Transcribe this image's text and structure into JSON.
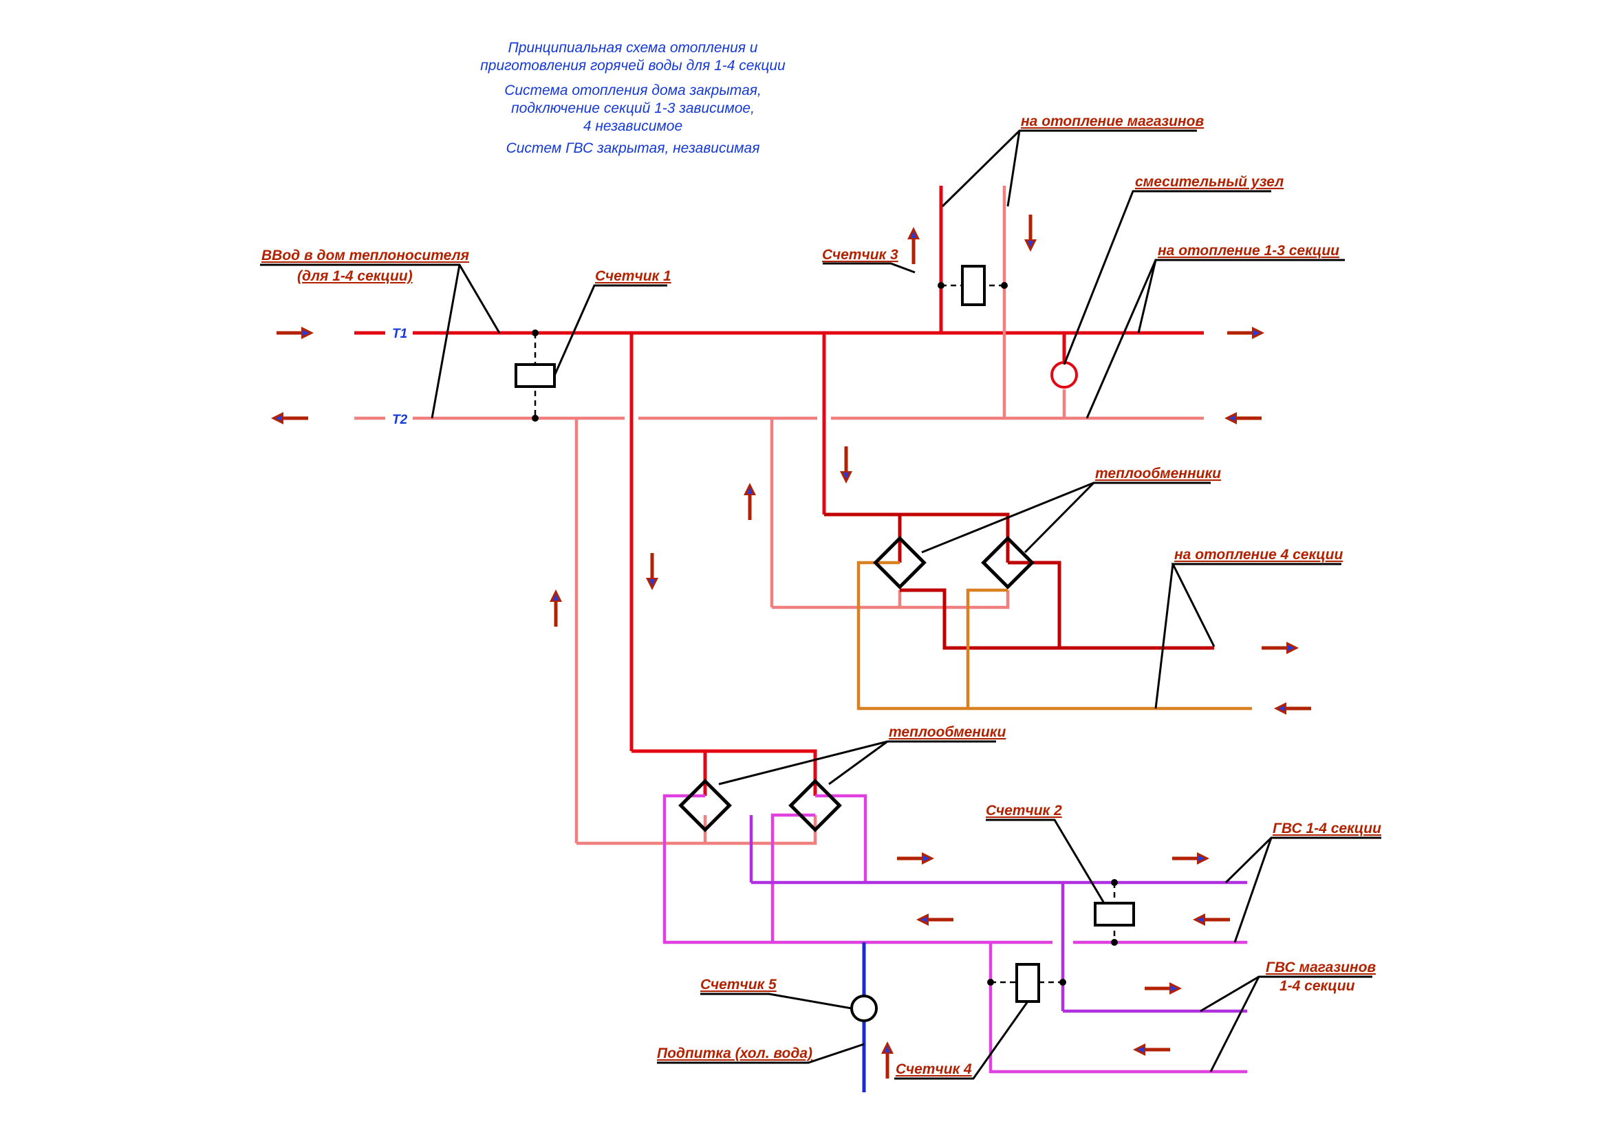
{
  "title_lines": [
    "Принципиальная схема отопления и",
    "приготовления горячей воды для 1-4 секции",
    "Система отопления дома закрытая,",
    "подключение секций 1-3 зависимое,",
    "4 независимое",
    "Систем ГВС закрытая, независимая"
  ],
  "pipes": {
    "supply": "T1",
    "return": "T2"
  },
  "labels": {
    "inlet_line1": "ВВод в дом теплоносителя",
    "inlet_line2": "(для 1-4 секции)",
    "meter1": "Счетчик 1",
    "meter2": "Счетчик 2",
    "meter3": "Счетчик 3",
    "meter4": "Счетчик 4",
    "meter5": "Счетчик 5",
    "shops_heating": "на отопление магазинов",
    "mixing_unit": "смесительный узел",
    "heating_1_3": "на отопление 1-3 секции",
    "heat_exchangers_top": "теплообменники",
    "heating_4": "на отопление 4 секции",
    "heat_exchangers_bottom": "теплообменики",
    "dhw_1_4": "ГВС 1-4 секции",
    "dhw_shops_line1": "ГВС магазинов",
    "dhw_shops_line2": "1-4 секции",
    "makeup": "Подпитка (хол. вода)"
  },
  "colors": {
    "supply_t1": "#e30613",
    "return_t2": "#f08080",
    "heating_4_supply": "#c00000",
    "heating_4_return": "#d98020",
    "dhw": "#e040e0",
    "dhw_circulation": "#b030e0",
    "cold_water": "#1a2ad0",
    "labels": "#b22200",
    "title": "#1538d8"
  },
  "icons": [
    "flow-arrow-icon",
    "heat-exchanger-icon",
    "meter-icon",
    "mixing-unit-icon",
    "water-meter-icon"
  ]
}
